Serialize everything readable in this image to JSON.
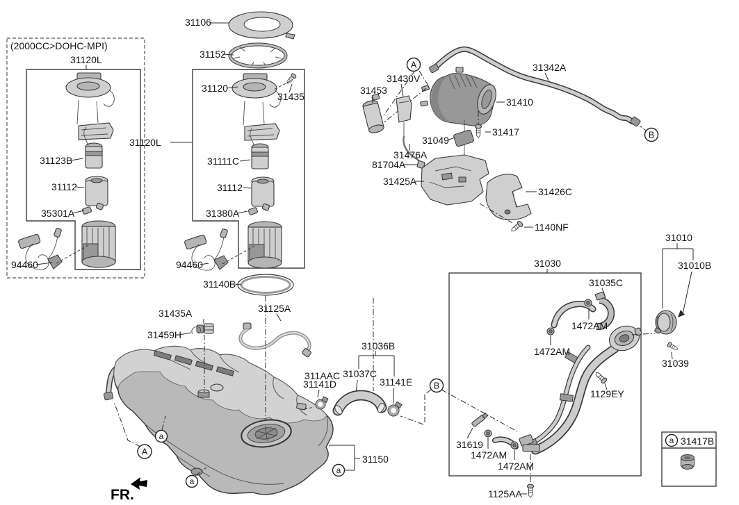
{
  "diagram": {
    "engine_note": "(2000CC>DOHC-MPI)",
    "fr_label": "FR.",
    "callouts": {
      "A": "A",
      "B": "B",
      "a": "a"
    }
  },
  "parts": {
    "p31106": "31106",
    "p31152": "31152",
    "p31120": "31120",
    "p31435": "31435",
    "p31120L": "31120L",
    "p31123B": "31123B",
    "p31111C": "31111C",
    "p31112": "31112",
    "p35301A": "35301A",
    "p31380A": "31380A",
    "p94460": "94460",
    "p31140B": "31140B",
    "p31453": "31453",
    "p31430V": "31430V",
    "p31342A": "31342A",
    "p31410": "31410",
    "p31417": "31417",
    "p31049": "31049",
    "p31476A": "31476A",
    "p81704A": "81704A",
    "p31425A": "31425A",
    "p31426C": "31426C",
    "p1140NF": "1140NF",
    "p31030": "31030",
    "p31035C": "31035C",
    "p1472AM": "1472AM",
    "p31619": "31619",
    "p1129EY": "1129EY",
    "p1125AA": "1125AA",
    "p31010": "31010",
    "p31010B": "31010B",
    "p31039": "31039",
    "p31417B": "31417B",
    "p31435A": "31435A",
    "p31125A": "31125A",
    "p31459H": "31459H",
    "p311AAC": "311AAC",
    "p31141D": "31141D",
    "p31036B": "31036B",
    "p31037C": "31037C",
    "p31141E": "31141E",
    "p31150": "31150"
  }
}
